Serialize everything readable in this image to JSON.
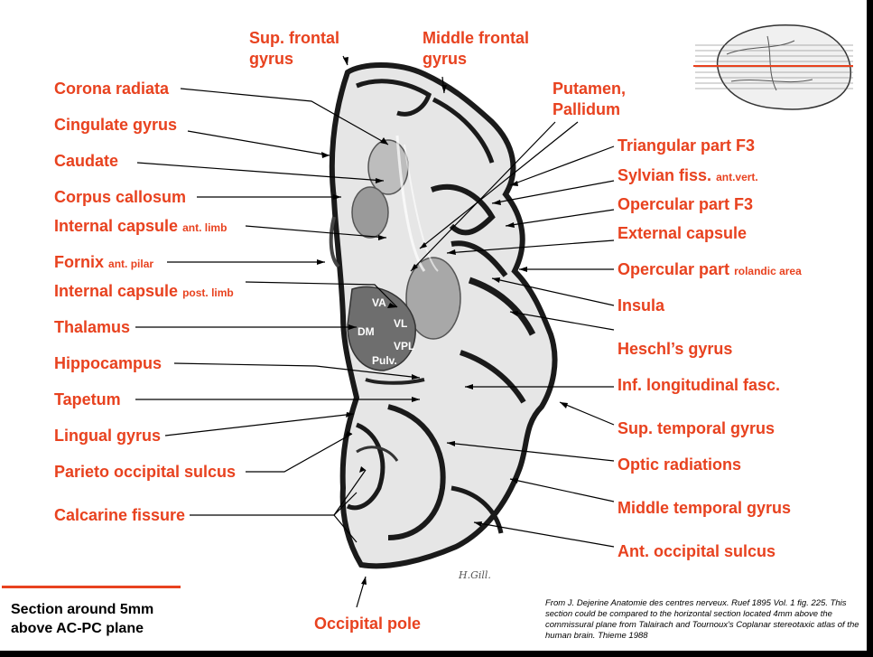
{
  "labels_left": {
    "corona_radiata": "Corona radiata",
    "cingulate_gyrus": "Cingulate gyrus",
    "caudate": "Caudate",
    "corpus_callosum": "Corpus callosum",
    "internal_capsule_ant": "Internal capsule",
    "internal_capsule_ant_sub": "ant. limb",
    "fornix": "Fornix",
    "fornix_sub": "ant. pilar",
    "internal_capsule_post": "Internal capsule",
    "internal_capsule_post_sub": "post. limb",
    "thalamus": "Thalamus",
    "hippocampus": "Hippocampus",
    "tapetum": "Tapetum",
    "lingual_gyrus": "Lingual gyrus",
    "parieto_occipital_sulcus": "Parieto occipital sulcus",
    "calcarine_fissure": "Calcarine fissure"
  },
  "labels_top": {
    "sup_frontal_gyrus_1": "Sup. frontal",
    "sup_frontal_gyrus_2": "gyrus",
    "middle_frontal_gyrus_1": "Middle frontal",
    "middle_frontal_gyrus_2": "gyrus",
    "putamen_1": "Putamen,",
    "putamen_2": "Pallidum"
  },
  "labels_right": {
    "triangular_part": "Triangular part F3",
    "sylvian_fiss": "Sylvian fiss.",
    "sylvian_fiss_sub": "ant.vert.",
    "opercular_f3": "Opercular part F3",
    "external_capsule": "External capsule",
    "opercular_part": "Opercular part",
    "opercular_part_sub": "rolandic area",
    "insula": "Insula",
    "heschl": "Heschl’s gyrus",
    "inf_long_fasc": "Inf. longitudinal fasc.",
    "sup_temporal": "Sup. temporal gyrus",
    "optic_radiations": "Optic radiations",
    "middle_temporal": "Middle temporal gyrus",
    "ant_occipital": "Ant. occipital sulcus"
  },
  "labels_bottom": {
    "occipital_pole": "Occipital pole"
  },
  "nuclei": {
    "va": "VA",
    "vl": "VL",
    "dm": "DM",
    "vpl": "VPL",
    "pulv": "Pulv."
  },
  "caption": {
    "line1": "Section around 5mm",
    "line2": "above AC-PC plane"
  },
  "source_text": "From J. Dejerine Anatomie des centres nerveux. Ruef 1895 Vol. 1 fig. 225. This section could be compared to the horizontal section located 4mm above the commissural plane from Talairach and Tournoux's Coplanar stereotaxic atlas of the human brain. Thieme 1988",
  "specimen_mark": "H.Gill.",
  "colors": {
    "label": "#e8421f",
    "line": "#000000",
    "tissue_dark": "#1a1a1a",
    "tissue_gray": "#8a8a8a",
    "tissue_light": "#d9d9d9"
  }
}
